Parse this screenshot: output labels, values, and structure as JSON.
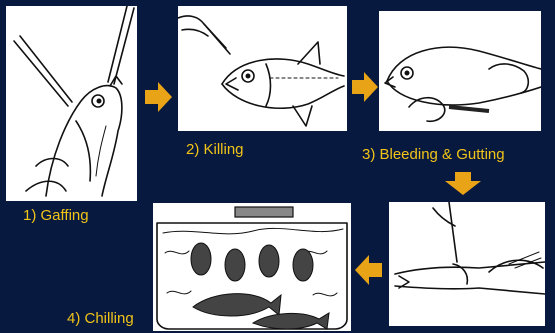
{
  "steps": [
    {
      "label": "1) Gaffing"
    },
    {
      "label": "2) Killing"
    },
    {
      "label": "3) Bleeding & Gutting"
    },
    {
      "label": "4) Chilling"
    }
  ],
  "colors": {
    "background": "#07193f",
    "caption": "#f2c418",
    "arrow": "#e8a317",
    "panel": "#ffffff"
  },
  "icons": {
    "arrow_right": "arrow-right-icon",
    "arrow_down": "arrow-down-icon",
    "arrow_left": "arrow-left-icon"
  }
}
